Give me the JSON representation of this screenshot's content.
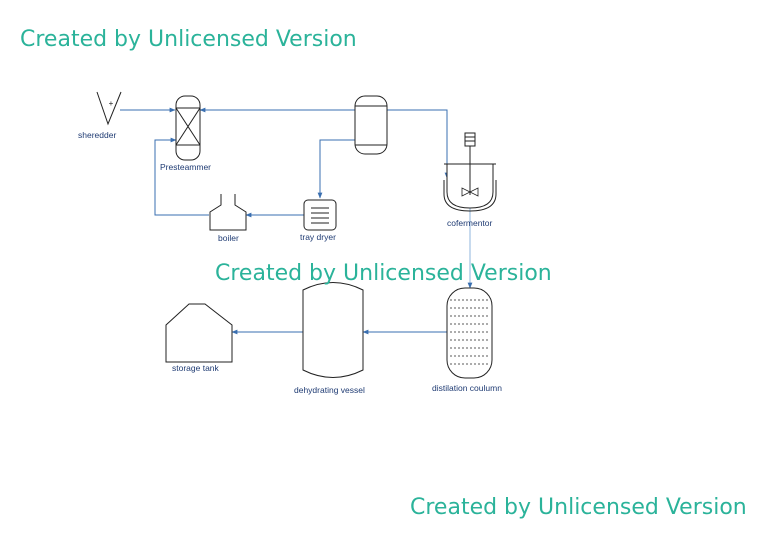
{
  "watermarks": [
    "Created by Unlicensed Version",
    "Created by Unlicensed Version",
    "Created by Unlicensed Version"
  ],
  "labels": {
    "shredder": "sheredder",
    "presteammer": "Presteammer",
    "cofermentor": "cofermentor",
    "boiler": "boiler",
    "tray_dryer": "tray dryer",
    "storage_tank": "storage tank",
    "dehydrating_vessel": "dehydrating vessel",
    "distillation_column": "distilation coulumn"
  },
  "colors": {
    "watermark": "#2bb39a",
    "pipe": "#3a6fb0",
    "label": "#1f3b73",
    "outline": "#222222"
  }
}
